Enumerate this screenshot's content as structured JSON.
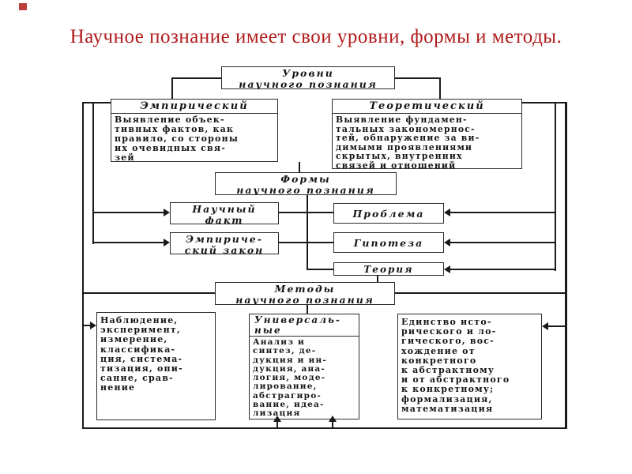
{
  "slide": {
    "title": "Научное познание имеет свои уровни, формы и методы.",
    "title_color": "#b11b1b",
    "line_color": "#1a1a1a",
    "background_tint": "#c9d8e8"
  },
  "diagram": {
    "levels": {
      "header": "Уровни\nнаучного познания"
    },
    "empirical": {
      "title": "Эмпирический",
      "body": "Выявление объек-\nтивных фактов, как\nправило, со стороны\nих очевидных свя-\nзей"
    },
    "theoretical": {
      "title": "Теоретический",
      "body": "Выявление фундамен-\nтальных закономернос-\nтей, обнаружение за ви-\nдимыми проявлениями\nскрытых, внутренних\nсвязей и отношений"
    },
    "forms": {
      "header": "Формы\nнаучного познания"
    },
    "scientific_fact": {
      "label": "Научный\nфакт"
    },
    "empirical_law": {
      "label": "Эмпириче-\nский закон"
    },
    "problem": {
      "label": "Проблема"
    },
    "hypothesis": {
      "label": "Гипотеза"
    },
    "theory": {
      "label": "Теория"
    },
    "methods": {
      "header": "Методы\nнаучного познания"
    },
    "empirical_methods": {
      "body": "Наблюдение,\nэксперимент,\nизмерение,\nклассифика-\nция, система-\nтизация, опи-\nсание, срав-\nнение"
    },
    "universal_methods": {
      "title": "Универсаль-\nные",
      "body": "Анализ и\nсинтез, де-\nдукция и ин-\nдукция, ана-\nлогия, моде-\nлирование,\nабстрагиро-\nвание, идеа-\nлизация"
    },
    "theoretical_methods": {
      "body": "Единство исто-\nрического и ло-\nгического, вос-\nхождение от\nконкретного\nк абстрактному\nи от абстрактного\nк конкретному;\nформализация,\nматематизация"
    }
  }
}
